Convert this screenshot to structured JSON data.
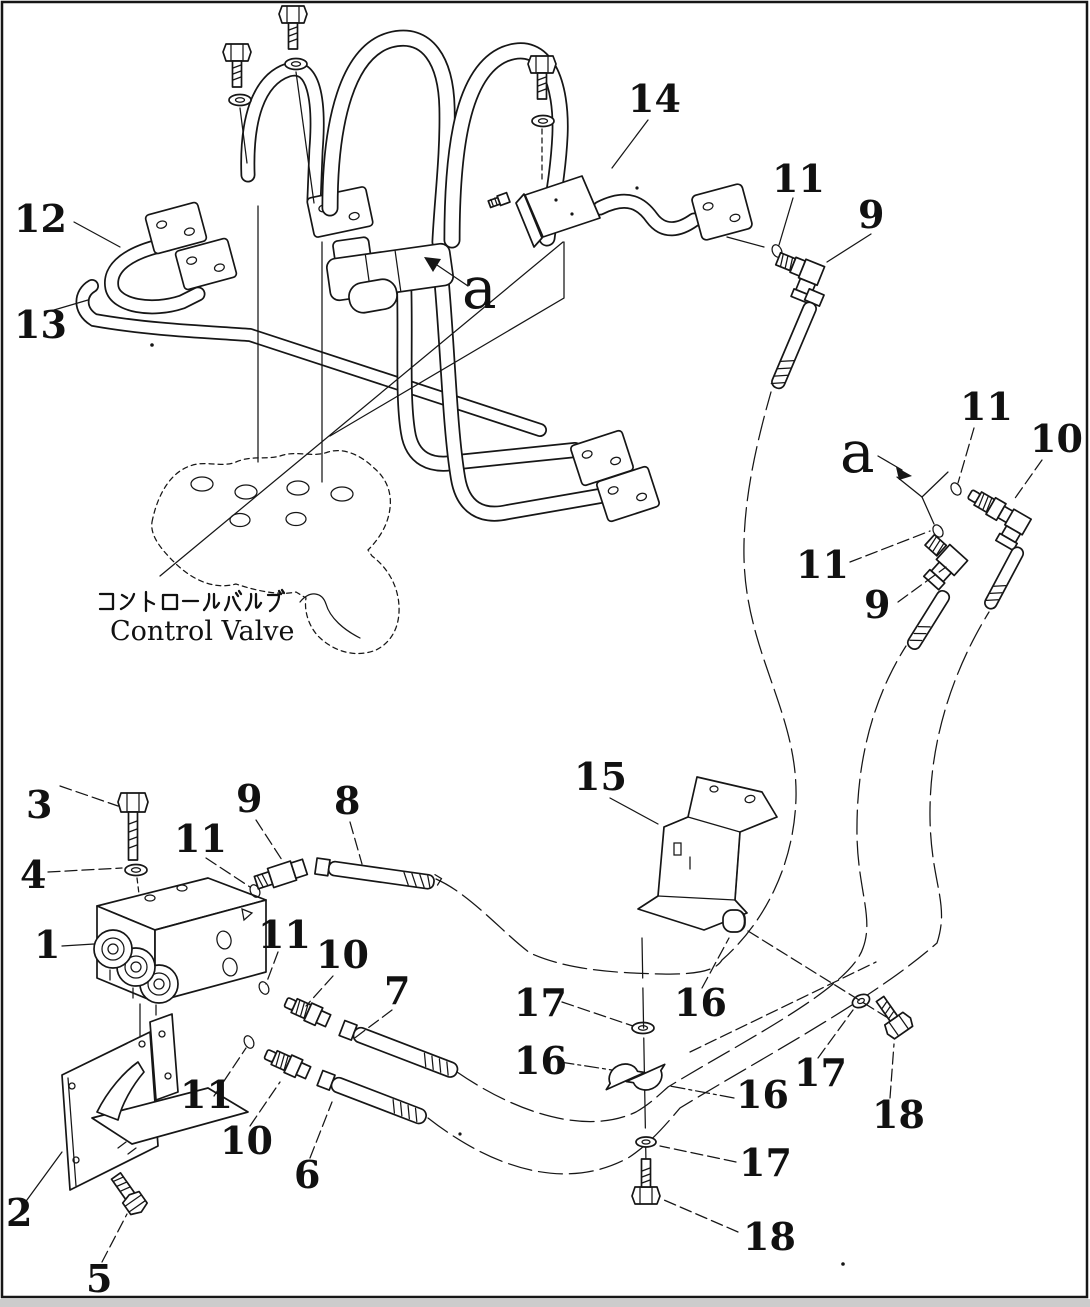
{
  "page": {
    "ink": "#161616",
    "paper": "#ffffff"
  },
  "labels": {
    "n1": "1",
    "n2": "2",
    "n3": "3",
    "n4": "4",
    "n5": "5",
    "n6": "6",
    "n7": "7",
    "n8": "8",
    "n9": "9",
    "n10": "10",
    "n11": "11",
    "n12": "12",
    "n13": "13",
    "n14": "14",
    "n15": "15",
    "n16": "16",
    "n17": "17",
    "n18": "18",
    "a": "a"
  },
  "control_valve": {
    "jp": "コントロールバルブ",
    "en": "Control Valve"
  }
}
